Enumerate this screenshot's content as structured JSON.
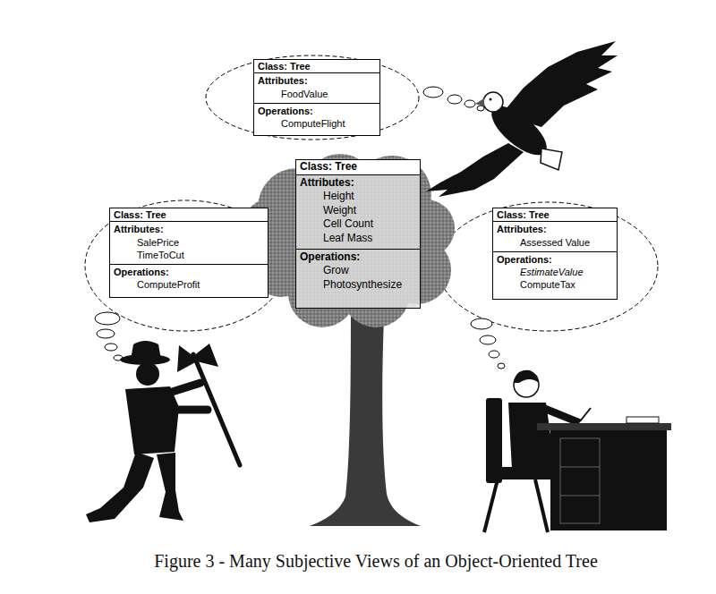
{
  "diagram": {
    "caption": "Figure 3 - Many Subjective Views of an Object-Oriented Tree",
    "nodes": [
      {
        "text": [
          "Class: Tree"
        ]
      },
      {
        "text": [
          "Attributes:",
          "FoodValue"
        ],
        "in": 0
      },
      {
        "text": [
          "Operations:",
          "ComputeFlight"
        ],
        "in": 0
      },
      {
        "text": [
          "Class: Tree"
        ]
      },
      {
        "text": [
          "Attributes:",
          "SalePrice",
          "TimeToCut"
        ],
        "in": 3
      },
      {
        "text": [
          "Operations:",
          "ComputeProfit"
        ],
        "in": 3
      },
      {
        "text": [
          "Class: Tree"
        ]
      },
      {
        "text": [
          "Attributes:",
          "Height",
          "Weight",
          "Cell Count",
          "Leaf Mass"
        ],
        "in": 6
      },
      {
        "text": [
          "Operations:",
          "Grow",
          "Photosynthesize"
        ],
        "in": 6
      },
      {
        "text": [
          "Class: Tree"
        ]
      },
      {
        "text": [
          "Attributes:",
          "Assessed Value"
        ],
        "in": 9
      },
      {
        "text": [
          "Operations:",
          "EstimateValue",
          "ComputeTax"
        ],
        "in": 9
      }
    ]
  }
}
